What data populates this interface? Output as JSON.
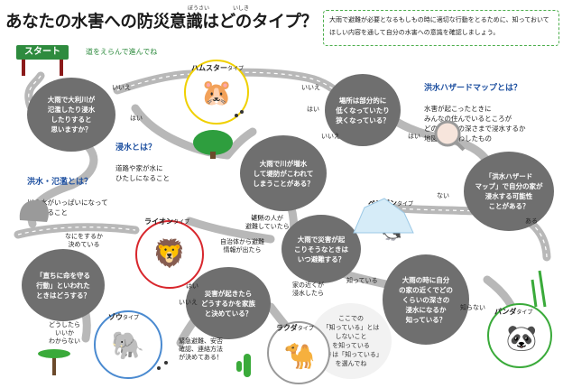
{
  "title": "あなたの水害への防災意識はどのタイプ？",
  "title_ruby_bousai": "ぼうさい",
  "title_ruby_ishiki": "いしき",
  "intro": "大雨で避難が必要となるもしもの時に適切な行動をとるために、知っておいてほしい内容を通して自分の水害への意識を確認しましょう。",
  "start": {
    "label": "スタート",
    "tip": "道をえらんで進んでね"
  },
  "questions": {
    "q1": "大雨で大利川が\n氾濫したり浸水\nしたりすると\n思いますか？",
    "q2": "場所は部分的に\n低くなっていたり\n狭くなっている？",
    "q3": "大雨で川が増水\nして堤防がこわれて\nしまうことがある？",
    "q4": "「洪水ハザード\nマップ」で自分の家が\n浸水する可能性\nことがある？",
    "q5": "大雨で災害が起\nこりそうなときは\nいつ避難する？",
    "q6": "「直ちに命を守る\n行動」といわれた\nときはどうする？",
    "q7": "災害が起きたら\nどうするかを家族\nと決めている？",
    "q8": "大雨の時に自分\nの家の近くでどの\nくらいの深さの\n浸水になるか\n知っている？"
  },
  "info": {
    "hazard_head": "洪水ハザードマップとは？",
    "hazard_body": "水害が起こったときに\nみんなの住んでいるところが\nどのくらいの深さまで浸水するか\n地図にあらわしたもの",
    "flood_head": "洪水・氾濫とは？",
    "flood_body": "川の水がいっぱいになって\nあふれること",
    "inundation_head": "浸水とは？",
    "inundation_body": "道路や家が水に\nひたしになること"
  },
  "labels": {
    "iie_1": "いいえ",
    "hai_1": "はい",
    "iie_2": "いいえ",
    "hai_2": "はい",
    "iie_3": "いいえ",
    "hai_3": "はい",
    "hai_4": "はい",
    "nai": "ない",
    "aru": "ある",
    "hai_5": "はい",
    "iie_4": "いいえ",
    "shitteiru": "知っている",
    "shiranai": "知らない"
  },
  "answers": {
    "a1": "近所の人が\n避難していたら",
    "a2": "自治体から避難\n情報が出たら",
    "a3": "家の近くが\n浸水したら",
    "a4": "なにをするか\n決めている",
    "a5": "どうしたら\nいいか\nわからない",
    "a6": "緊急避難、安否\n確認、連絡方法\nが決めてある！"
  },
  "memo": "ここでの\n「知っている」とは\nしないこと\nを知っている\nときは「知っている」\nを選んでね",
  "animals": {
    "hamster": {
      "name": "ハムスター",
      "suffix": "タイプ"
    },
    "lion": {
      "name": "ライオン",
      "suffix": "タイプ"
    },
    "penguin": {
      "name": "ペンギン",
      "suffix": "タイプ"
    },
    "elephant": {
      "name": "ゾウ",
      "suffix": "タイプ"
    },
    "camel": {
      "name": "ラクダ",
      "suffix": "タイプ"
    },
    "panda": {
      "name": "パンダ",
      "suffix": "タイプ"
    }
  },
  "colors": {
    "road": "#b8b8b8",
    "question": "#6f6f6f",
    "start_green": "#2e8b3e",
    "hamster_ring": "#f0d000",
    "lion_ring": "#d8262c",
    "penguin_ring": "#5aa0e0",
    "elephant_ring": "#4a8ad0",
    "camel_ring": "#9a9a9a",
    "panda_ring": "#3aaa3a"
  },
  "icons": [
    "hamster-icon",
    "lion-icon",
    "penguin-icon",
    "elephant-icon",
    "camel-icon",
    "panda-icon",
    "magnifier-map-icon",
    "tree-icon",
    "rock-icon",
    "iceberg-icon",
    "bamboo-icon",
    "cactus-icon",
    "palm-icon"
  ]
}
